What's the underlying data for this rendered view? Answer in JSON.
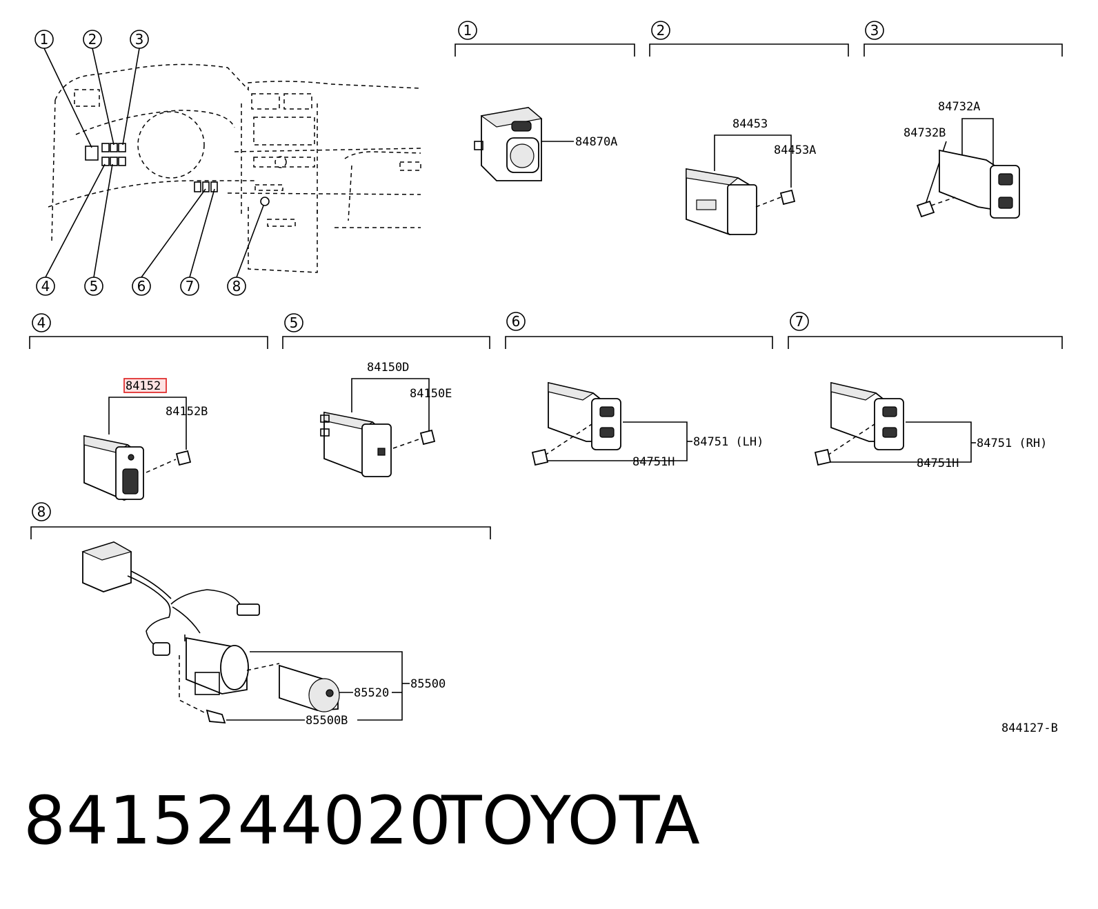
{
  "callouts": [
    "1",
    "2",
    "3",
    "4",
    "5",
    "6",
    "7",
    "8"
  ],
  "parts": {
    "p1_main": "84870A",
    "p2_main": "84453",
    "p2_screw": "84453A",
    "p3_main": "84732A",
    "p3_screw": "84732B",
    "p4_main": "84152",
    "p4_screw": "84152B",
    "p5_main": "84150D",
    "p5_screw": "84150E",
    "p6_main": "84751 (LH)",
    "p6_screw": "84751H",
    "p7_main": "84751 (RH)",
    "p7_screw": "84751H",
    "p8_assy": "85500",
    "p8_plug": "85520",
    "p8_bulb": "85500B"
  },
  "diagram_code": "844127-B",
  "footer": {
    "part_number": "8415244020",
    "brand": "TOYOTA"
  },
  "colors": {
    "line": "#000000",
    "highlight": "#e03030",
    "highlight_fill": "#fde2e2"
  }
}
